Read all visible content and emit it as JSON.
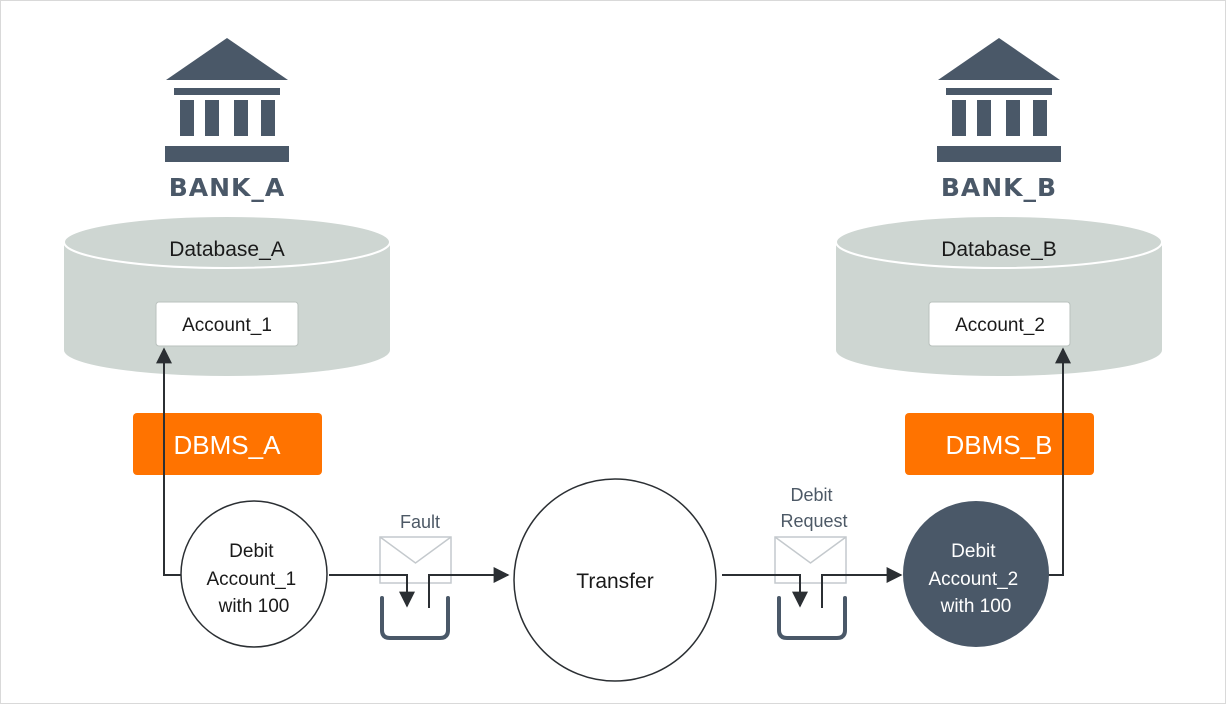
{
  "colors": {
    "slate": "#4a5868",
    "cylinder": "#ced6d2",
    "orange": "#ff7300",
    "line": "#2b2f33",
    "white": "#ffffff"
  },
  "icons": {
    "bank": "bank-building-icon",
    "envelope": "envelope-icon",
    "queue": "queue-tray-icon"
  },
  "bank_a": {
    "label": "BANK_A",
    "database": "Database_A",
    "account": "Account_1",
    "dbms": "DBMS_A",
    "operation": [
      "Debit",
      "Account_1",
      "with 100"
    ]
  },
  "bank_b": {
    "label": "BANK_B",
    "database": "Database_B",
    "account": "Account_2",
    "dbms": "DBMS_B",
    "operation": [
      "Debit",
      "Account_2",
      "with 100"
    ]
  },
  "transfer": {
    "label": "Transfer"
  },
  "messages": {
    "left": [
      "Fault"
    ],
    "right": [
      "Debit",
      "Request"
    ]
  }
}
